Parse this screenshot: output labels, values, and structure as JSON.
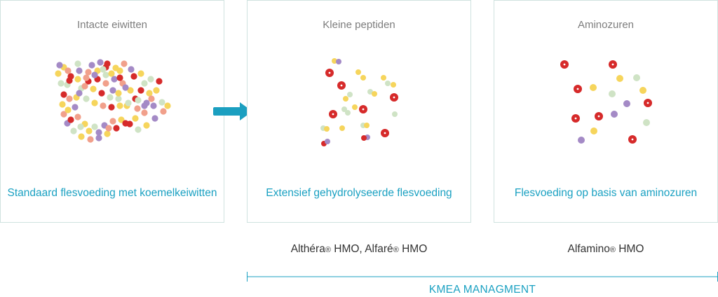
{
  "colors": {
    "red": "#d62a2a",
    "yellow": "#f6d55c",
    "lightgreen": "#cfe3c5",
    "purple": "#a48ac6",
    "salmon": "#f1a08b",
    "accent": "#1ba1c2",
    "border": "#cfe2df"
  },
  "cards": [
    {
      "title": "Intacte eiwitten",
      "caption": "Standaard flesvoeding met koemelkeiwitten"
    },
    {
      "title": "Kleine peptiden",
      "caption": "Extensief gehydrolyseerde flesvoeding"
    },
    {
      "title": "Aminozuren",
      "caption": "Flesvoeding op basis van aminozuren"
    }
  ],
  "products": {
    "peptides": {
      "name1": "Althéra",
      "reg1": "®",
      "rest1": " HMO, ",
      "name2": "Alfaré",
      "reg2": "®",
      "rest2": " HMO"
    },
    "amino": {
      "name": "Alfamino",
      "reg": "®",
      "rest": " HMO"
    }
  },
  "bracket_label": "KMEA MANAGMENT",
  "icons": [
    "arrow-right-icon",
    "protein-chain-icon",
    "peptides-icon",
    "amino-acids-icon"
  ]
}
